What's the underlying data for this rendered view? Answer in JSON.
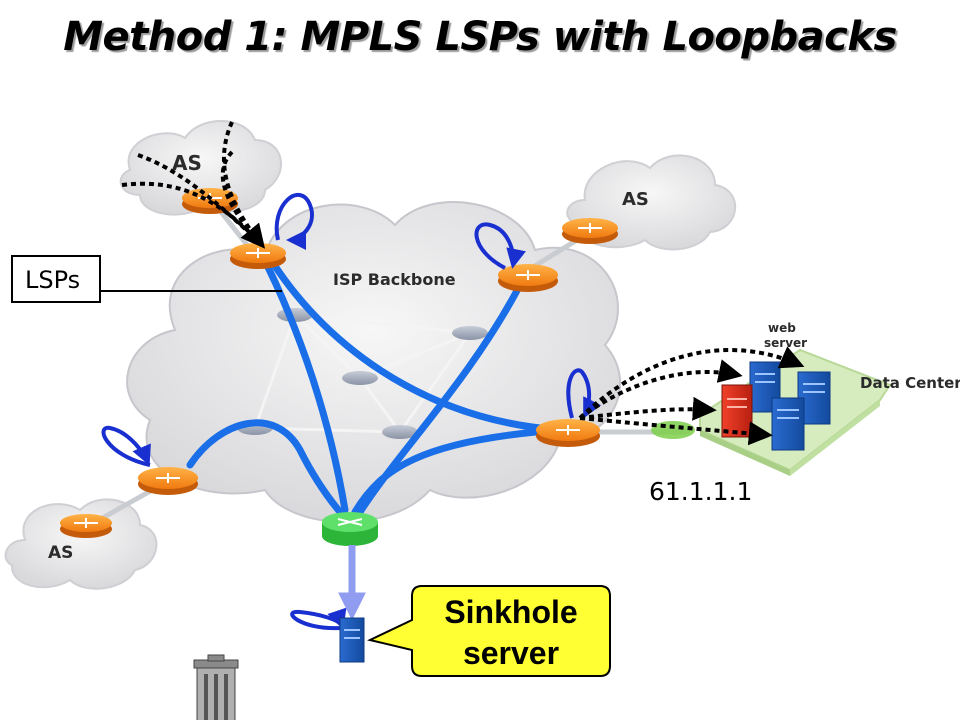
{
  "slide": {
    "title": "Method 1: MPLS LSPs with Loopbacks"
  },
  "labels": {
    "as_top_left": "AS",
    "as_top_right": "AS",
    "as_bottom_left": "AS",
    "isp_backbone": "ISP Backbone",
    "data_center": "Data Center",
    "web_server_line1": "web",
    "web_server_line2": "server",
    "lsps_box": "LSPs",
    "ip_address": "61.1.1.1",
    "sinkhole_line1": "Sinkhole",
    "sinkhole_line2": "server"
  },
  "colors": {
    "lsp_blue": "#1a6fe8",
    "loop_blue": "#1a2fd0",
    "router_orange": "#f08a1c",
    "sinkhole_fill": "#ffff33",
    "sink_router_green": "#3fd24a",
    "datacenter_green": "#c9e6a6"
  },
  "icons": [
    "cloud-icon",
    "router-icon",
    "server-icon",
    "trash-icon"
  ]
}
